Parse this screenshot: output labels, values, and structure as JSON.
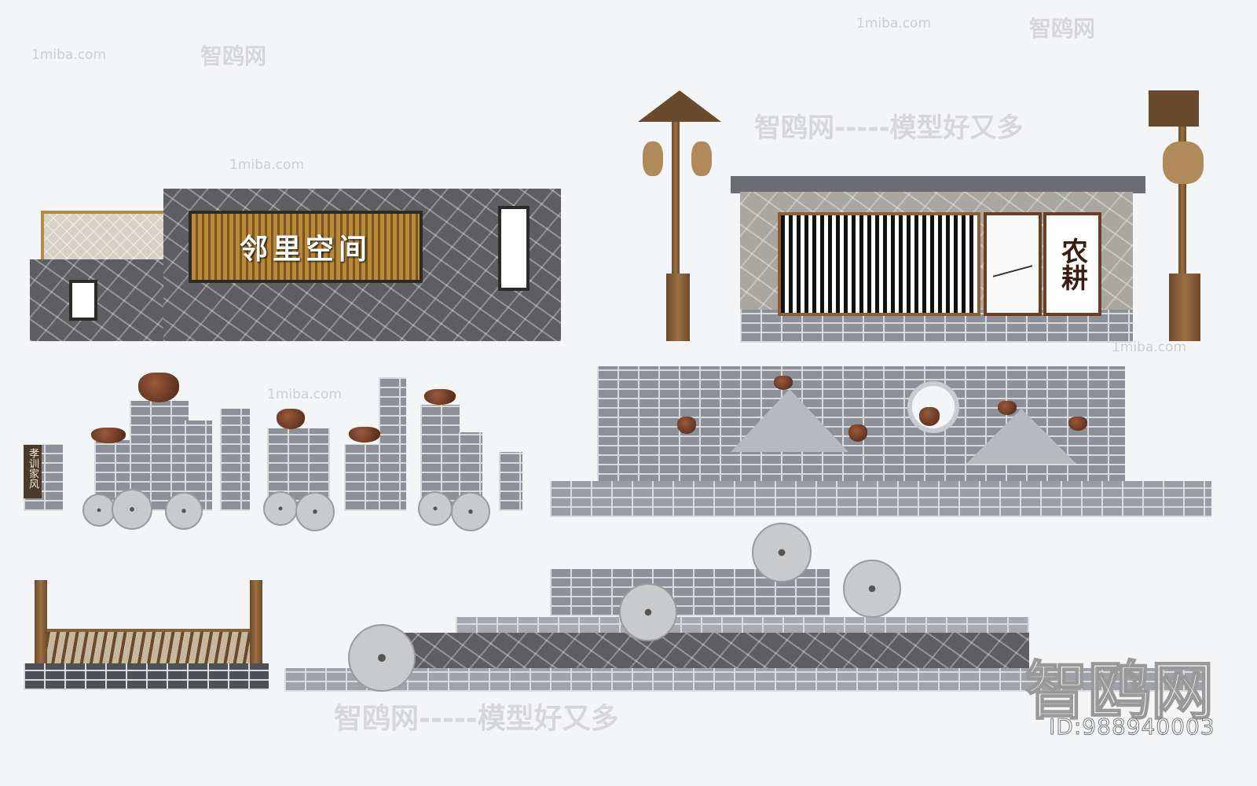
{
  "signs": {
    "neighborhood_space": "邻里空间",
    "farming_culture": "农耕",
    "filial_family": "孝训家风"
  },
  "watermarks": {
    "site": "1miba.com",
    "brand": "智鸥网",
    "slogan": "智鸥网-----模型好又多",
    "id": "ID:988940003"
  },
  "colors": {
    "background": "#f4f5f7",
    "stone": "#5d5d62",
    "brick": "#8d9097",
    "wood": "#8a5f36"
  }
}
